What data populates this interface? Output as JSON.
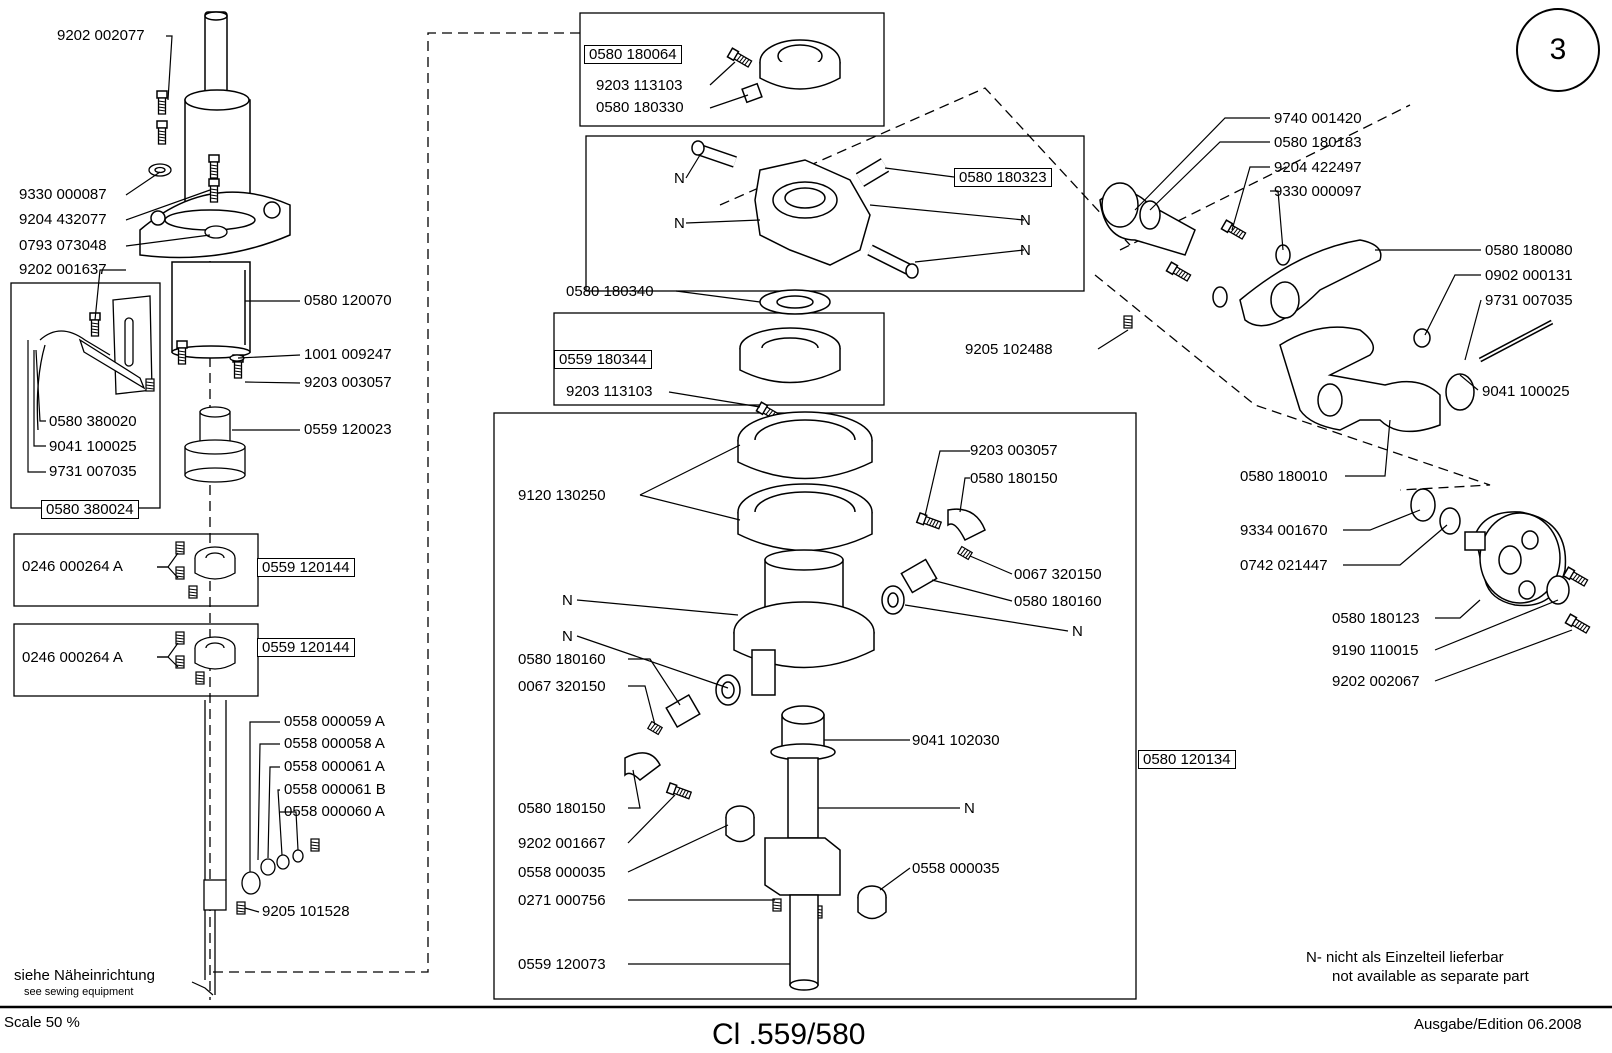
{
  "sheet_number": "3",
  "model": "Cl .559/580",
  "scale": "Scale 50 %",
  "edition": "Ausgabe/Edition 06.2008",
  "note_de": "N- nicht als Einzelteil lieferbar",
  "note_en": "not available as separate part",
  "sewing_de": "siehe Näheinrichtung",
  "sewing_en": "see sewing equipment",
  "n_mark": "N",
  "labels": {
    "l01": "9202 002077",
    "l02": "9330 000087",
    "l03": "9204 432077",
    "l04": "0793 073048",
    "l05": "9202 001637",
    "l06": "0580 120070",
    "l07": "1001 009247",
    "l08": "9203 003057",
    "l09": "0559 120023",
    "l10": "0580 380020",
    "l11": "9041 100025",
    "l12": "9731 007035",
    "l13": "0580 380024",
    "l14": "0246 000264 A",
    "l15": "0559 120144",
    "l16": "0246 000264 A",
    "l17": "0559 120144",
    "l18": "0558 000059 A",
    "l19": "0558 000058 A",
    "l20": "0558 000061 A",
    "l21": "0558 000061 B",
    "l22": "0558 000060 A",
    "l23": "9205 101528",
    "c01": "0580 180064",
    "c02": "9203 113103",
    "c03": "0580 180330",
    "c04": "0580 180323",
    "c05": "0580 180340",
    "c06": "0559 180344",
    "c07": "9203 113103",
    "c08": "9120 130250",
    "c09": "9203 003057",
    "c10": "0580 180150",
    "c11": "0067 320150",
    "c12": "0580 180160",
    "c13": "0580 180160",
    "c14": "0067 320150",
    "c15": "0580 180150",
    "c16": "9202 001667",
    "c17": "0558 000035",
    "c18": "0271 000756",
    "c19": "0559 120073",
    "c20": "9041 102030",
    "c21": "0580 120134",
    "c22": "0558 000035",
    "r01": "9740 001420",
    "r02": "0580 180183",
    "r03": "9204 422497",
    "r04": "9330 000097",
    "r05": "0580 180080",
    "r06": "0902 000131",
    "r07": "9731 007035",
    "r08": "9205 102488",
    "r09": "9041 100025",
    "r10": "0580 180010",
    "r11": "9334 001670",
    "r12": "0742 021447",
    "r13": "0580 180123",
    "r14": "9190 110015",
    "r15": "9202 002067"
  }
}
